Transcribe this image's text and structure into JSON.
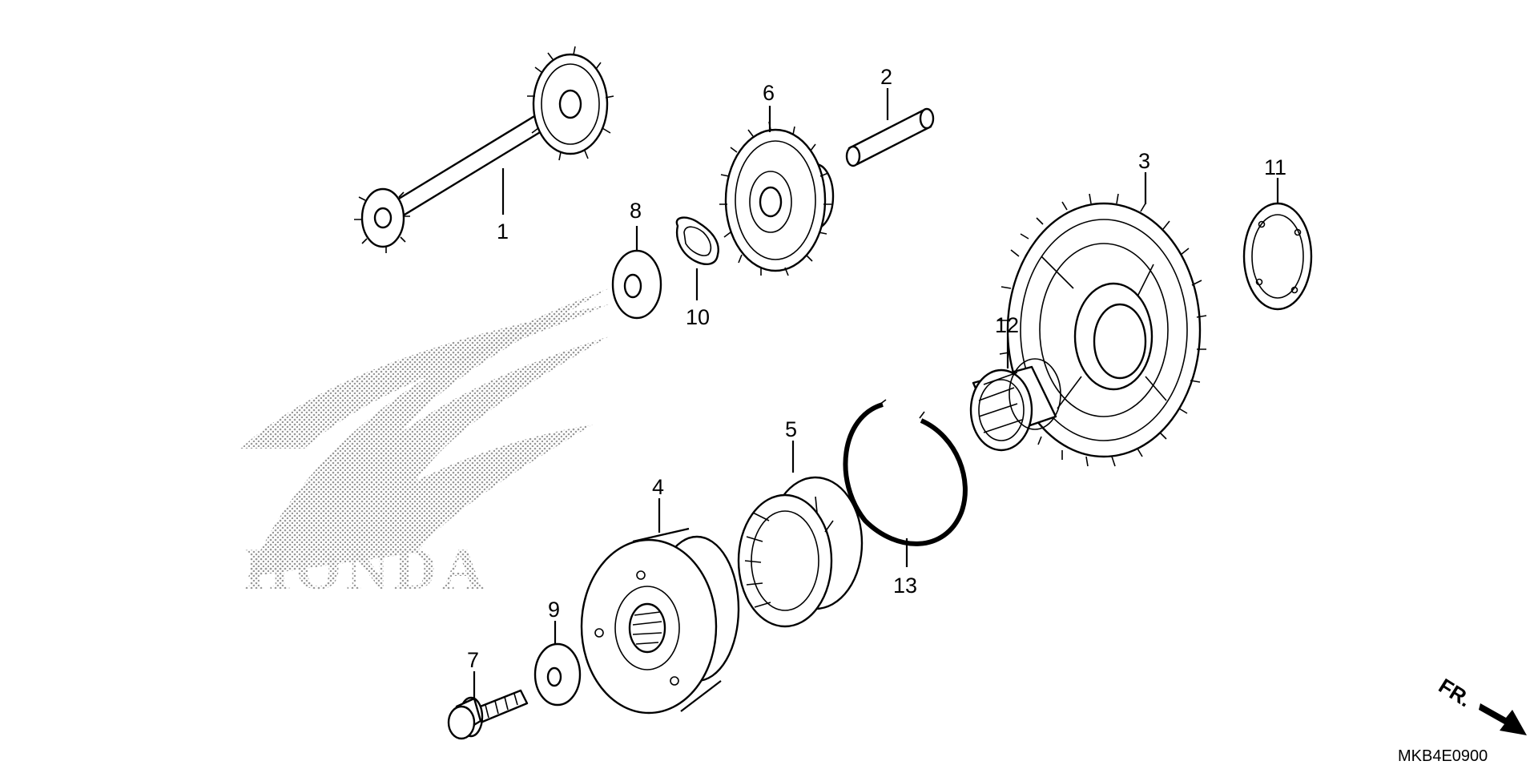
{
  "diagram": {
    "watermark": "HONDA",
    "drawing_code": "MKB4E0900",
    "front_marker": "FR.",
    "callouts": [
      {
        "id": "1",
        "text": "1"
      },
      {
        "id": "2",
        "text": "2"
      },
      {
        "id": "3",
        "text": "3"
      },
      {
        "id": "4",
        "text": "4"
      },
      {
        "id": "5",
        "text": "5"
      },
      {
        "id": "6",
        "text": "6"
      },
      {
        "id": "7",
        "text": "7"
      },
      {
        "id": "8",
        "text": "8"
      },
      {
        "id": "9",
        "text": "9"
      },
      {
        "id": "10",
        "text": "10"
      },
      {
        "id": "11",
        "text": "11"
      },
      {
        "id": "12",
        "text": "12"
      },
      {
        "id": "13",
        "text": "13"
      }
    ]
  }
}
